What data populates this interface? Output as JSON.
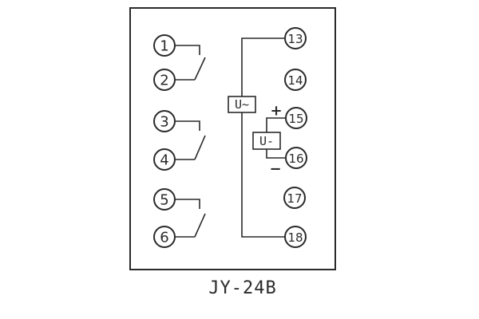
{
  "diagram": {
    "caption": "JY-24B",
    "left_terminals": [
      "1",
      "2",
      "3",
      "4",
      "5",
      "6"
    ],
    "right_terminals": [
      "13",
      "14",
      "15",
      "16",
      "17",
      "18"
    ],
    "labels": {
      "ac_coil": "U~",
      "dc_coil": "U-",
      "plus": "+",
      "minus": "−"
    },
    "colors": {
      "line": "#2a2a2a",
      "background": "#ffffff"
    }
  }
}
